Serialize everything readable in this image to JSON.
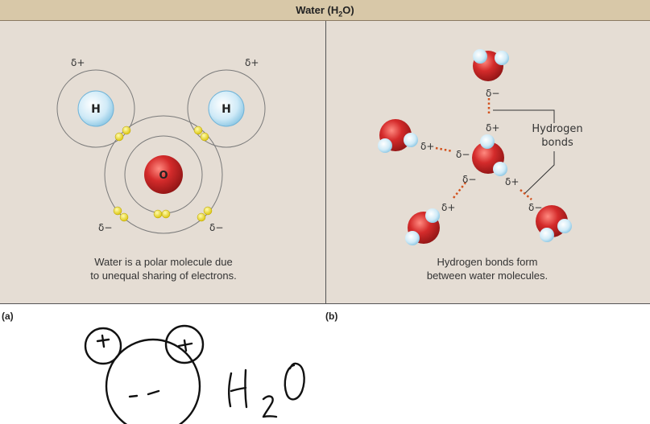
{
  "figure": {
    "title_prefix": "Water (H",
    "title_sub": "2",
    "title_suffix": "O)",
    "panel_a": {
      "label": "(a)",
      "caption_line1": "Water is a polar molecule due",
      "caption_line2": "to unequal sharing of electrons.",
      "atom_h": "H",
      "atom_o": "O",
      "delta_plus": "δ+",
      "delta_minus": "δ−"
    },
    "panel_b": {
      "label": "(b)",
      "caption_line1": "Hydrogen bonds form",
      "caption_line2": "between water molecules.",
      "callout_line1": "Hydrogen",
      "callout_line2": "bonds",
      "delta_plus": "δ+",
      "delta_minus": "δ−"
    }
  },
  "handwriting": {
    "plus": "+",
    "minus": "− −",
    "formula": "H₂O"
  },
  "colors": {
    "oxygen": "#d42b2b",
    "hydrogen": "#cfeaf7",
    "electron": "#f3e21a",
    "hbond": "#d2521e",
    "panel_bg": "#e5ddd4",
    "title_bg": "#d8c8a8"
  }
}
